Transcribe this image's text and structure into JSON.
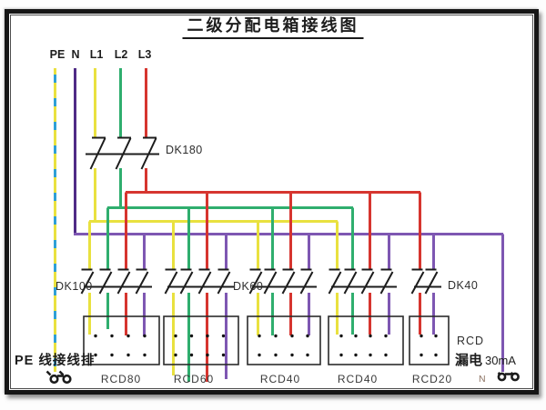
{
  "title": "二级分配电箱接线图",
  "source_labels": [
    {
      "label": "PE"
    },
    {
      "label": "N"
    },
    {
      "label": "L1"
    },
    {
      "label": "L2"
    },
    {
      "label": "L3"
    }
  ],
  "breakers": {
    "main": "DK180",
    "group1": "DK100",
    "group2": "DK60",
    "group3": "DK40"
  },
  "rcd_units": [
    {
      "label": "RCD80"
    },
    {
      "label": "RCD60"
    },
    {
      "label": "RCD40"
    },
    {
      "label": "RCD40"
    },
    {
      "label": "RCD20"
    }
  ],
  "annotations": {
    "pe_busbar": "PE 线接线排",
    "rcd": "RCD",
    "leakage": "漏电",
    "leakage_rating": "30mA",
    "neutral": "N"
  },
  "colors": {
    "l1_yellow": "#e9e13f",
    "l2_green": "#2fae6e",
    "l3_red": "#d6352f",
    "neutral_purple": "#7e57b2",
    "incoming_neutral": "#4f2b86",
    "pe_blue": "#2f9fd6",
    "symbol_black": "#1c1c1c"
  }
}
